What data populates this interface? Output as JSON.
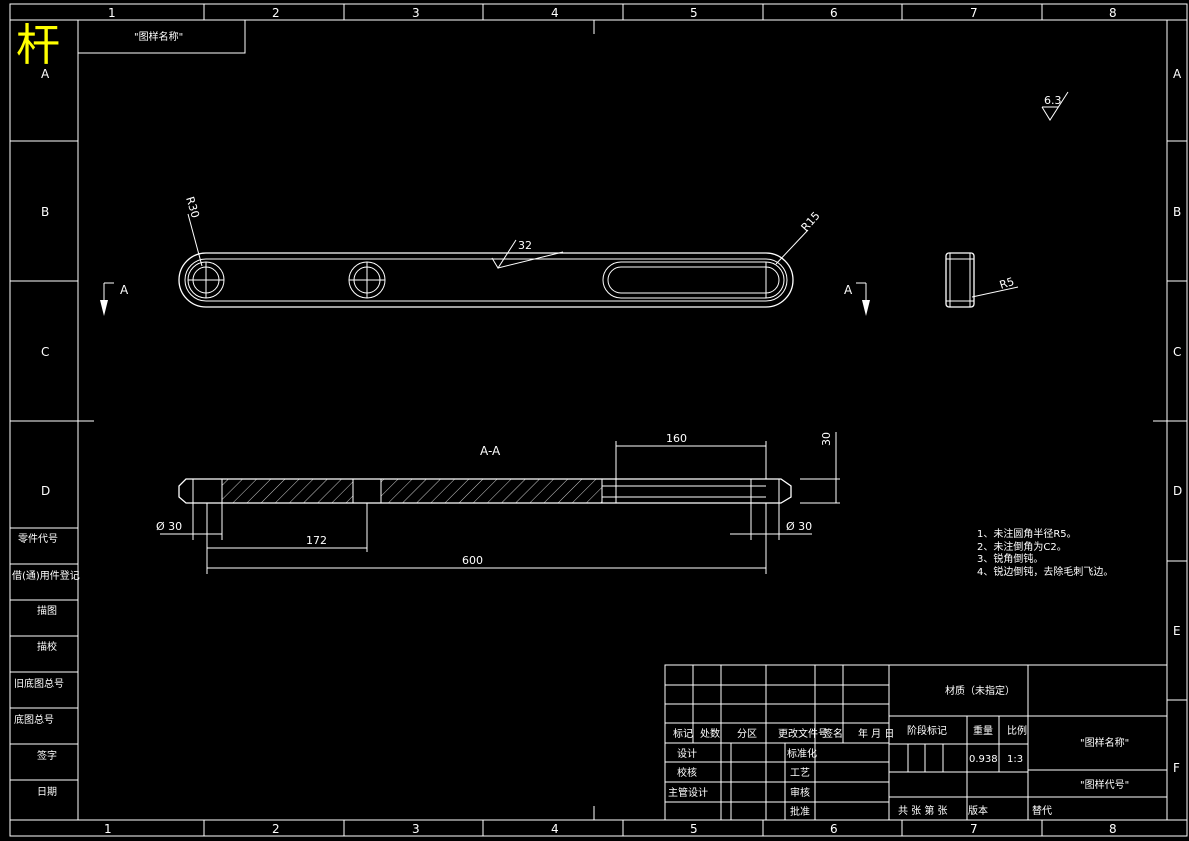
{
  "logo_char": "杆",
  "top_left_box": "\"图样名称\"",
  "zones": {
    "columns": [
      "1",
      "2",
      "3",
      "4",
      "5",
      "6",
      "7",
      "8"
    ],
    "rows": [
      "A",
      "B",
      "C",
      "D",
      "E",
      "F"
    ]
  },
  "roughness": "6.3",
  "section_mark_left": "A",
  "section_mark_right": "A",
  "section_title": "A-A",
  "dims": {
    "r30": "R30",
    "r15": "R15",
    "r5": "R5",
    "r32": "32",
    "d160": "160",
    "d30": "30",
    "phi_left": "Ø 30",
    "phi_right": "Ø 30",
    "d172": "172",
    "d600": "600"
  },
  "notes": [
    "1、未注圆角半径R5。",
    "2、未注倒角为C2。",
    "3、锐角倒钝。",
    "4、锐边倒钝，去除毛刺飞边。"
  ],
  "left_column": [
    "零件代号",
    "借(通)用件登记",
    "描图",
    "描校",
    "旧底图总号",
    "底图总号",
    "签字",
    "日期"
  ],
  "title_block": {
    "material": "材质（未指定）",
    "rev_headers": [
      "标记",
      "处数",
      "分区",
      "更改文件号",
      "签名",
      "年 月 日"
    ],
    "sign_rows": [
      {
        "a": "设计",
        "b": "标准化"
      },
      {
        "a": "校核",
        "b": "工艺"
      },
      {
        "a": "主管设计",
        "b": "审核"
      },
      {
        "a": "",
        "b": "批准"
      }
    ],
    "stage_label": "阶段标记",
    "weight_label": "重量",
    "scale_label": "比例",
    "weight_value": "0.938",
    "scale_value": "1:3",
    "drawing_name": "\"图样名称\"",
    "drawing_code": "\"图样代号\"",
    "sheets": "共 张   第 张",
    "version": "版本",
    "replace": "替代"
  }
}
